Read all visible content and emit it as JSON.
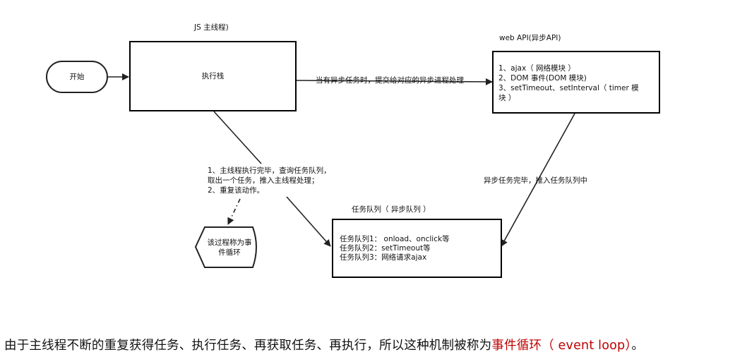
{
  "nodes": {
    "start": {
      "label": "开始"
    },
    "main_thread_title": "JS 主线程)",
    "call_stack": {
      "label": "执行栈"
    },
    "web_api_title": "web API(异步API)",
    "web_api_lines": [
      "1、ajax（ 网络模块 ）",
      "2、DOM 事件(DOM 模块)",
      "3、setTimeout、setInterval（ timer 模",
      "块 ）"
    ],
    "task_queue_title": "任务队列（ 异步队列 ）",
    "task_queue_lines": [
      "任务队列1： onload、onclick等",
      "任务队列2：setTimeout等",
      "任务队列3：网络请求ajax"
    ],
    "event_loop_lines": [
      "该过程称为事",
      "件循环"
    ]
  },
  "edges": {
    "stack_to_webapi": "当有异步任务时，提交给对应的异步进程处理",
    "webapi_to_queue": "异步任务完毕，推入任务队列中",
    "loop_note_lines": [
      "1、主线程执行完毕，查询任务队列，",
      "取出一个任务，推入主线程处理；",
      "2、重复该动作。"
    ]
  },
  "caption": {
    "text": "由于主线程不断的重复获得任务、执行任务、再获取任务、再执行，所以这种机制被称为",
    "highlight": "事件循环（ event loop）",
    "end": "。",
    "highlight_color": "#c00000"
  }
}
